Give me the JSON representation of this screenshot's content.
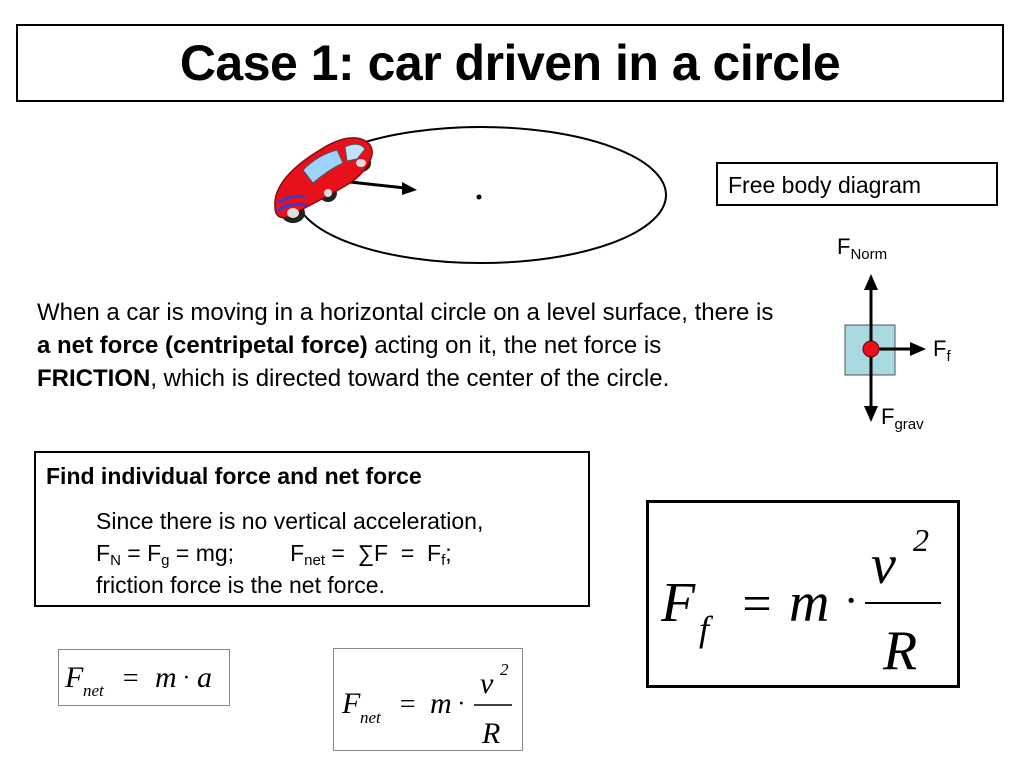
{
  "title": "Case 1: car driven in a circle",
  "fbd_label": "Free body diagram",
  "forces": {
    "normal": {
      "symbol": "F",
      "subscript": "Norm"
    },
    "friction": {
      "symbol": "F",
      "subscript": "f"
    },
    "gravity": {
      "symbol": "F",
      "subscript": "grav"
    }
  },
  "paragraph": {
    "part1": "When a car is moving in a horizontal circle on a level surface, there is ",
    "bold1": "a net force (centripetal force)",
    "part2": " acting on it, the net force is ",
    "bold2": "FRICTION",
    "part3": ", which is directed toward the center of the circle."
  },
  "find_box": {
    "title": "Find individual force and net force",
    "line1": "Since there is no vertical acceleration,",
    "line2": {
      "fn": "F",
      "fn_sub": "N",
      "eq1": " = F",
      "fg_sub": "g",
      "eq2": " = mg;",
      "fnet": "F",
      "fnet_sub": "net",
      "eq3": " =  ∑F  =  F",
      "ff_sub": "f",
      "end": ";"
    },
    "line3": "friction force is the net force."
  },
  "formulas": {
    "big": {
      "lhs": "F",
      "lhs_sub": "f",
      "eq": "=",
      "m": "m",
      "dot": "·",
      "num": "v",
      "exp": "2",
      "den": "R"
    },
    "small": {
      "lhs": "F",
      "lhs_sub": "net",
      "eq": "=",
      "m": "m",
      "dot": "·",
      "a": "a"
    },
    "mid": {
      "lhs": "F",
      "lhs_sub": "net",
      "eq": "=",
      "m": "m",
      "dot": "·",
      "num": "v",
      "exp": "2",
      "den": "R"
    }
  },
  "colors": {
    "car_body": "#e8101a",
    "fbd_block": "#a8d8e0",
    "fbd_dot": "#e8101a"
  }
}
